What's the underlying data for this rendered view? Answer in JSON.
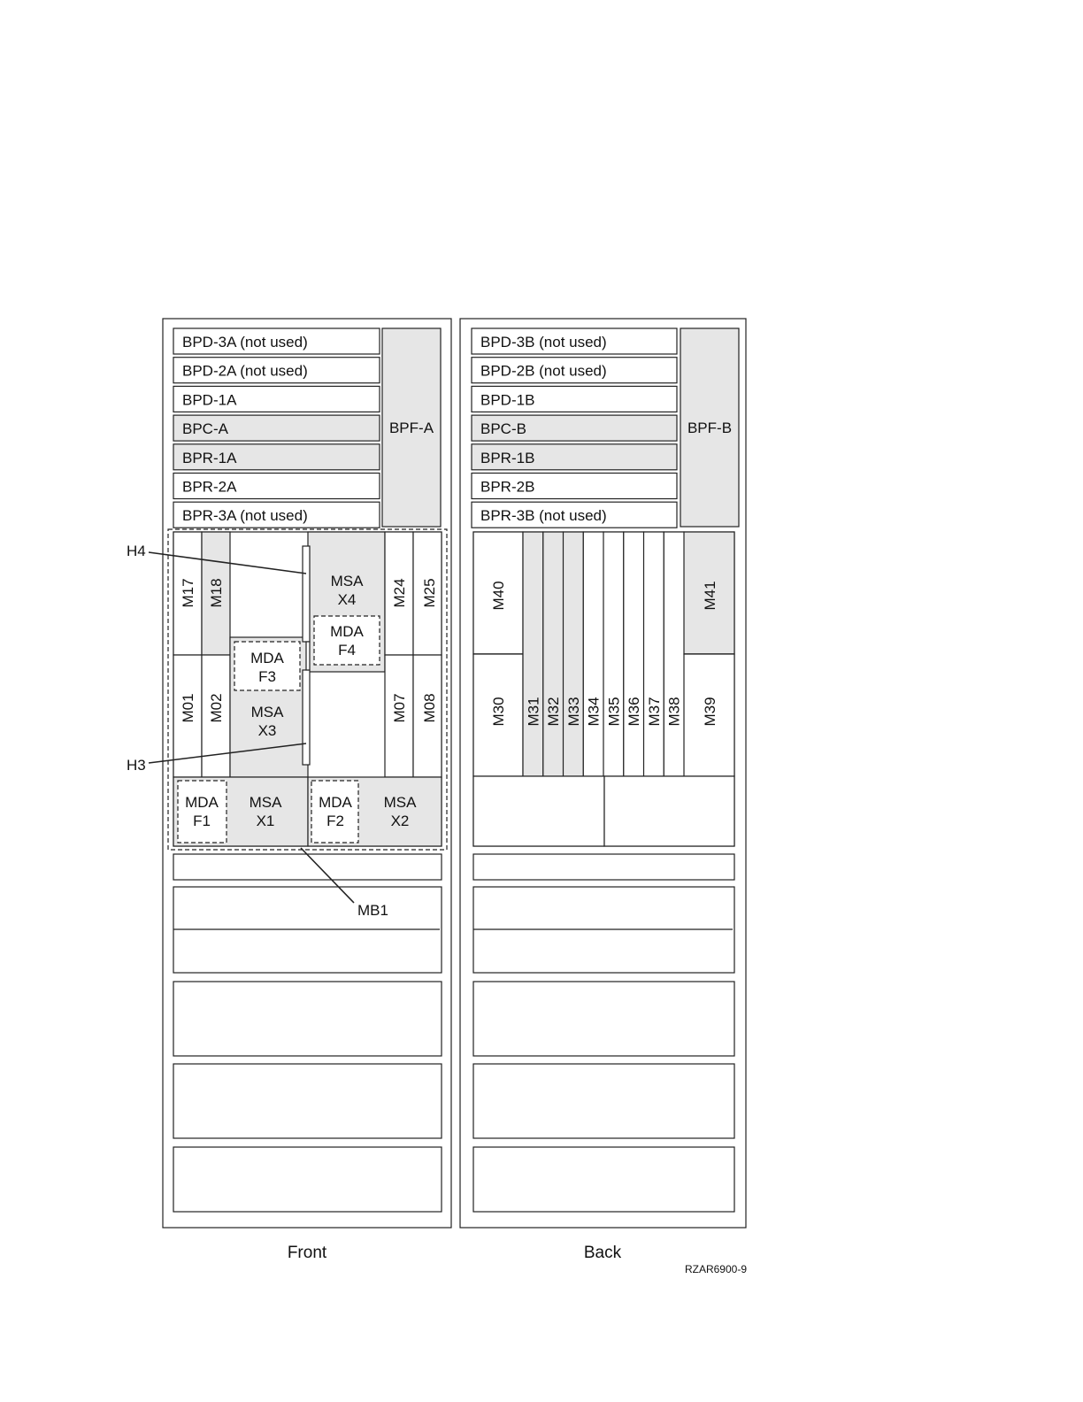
{
  "front": {
    "left_rows": [
      {
        "label": "BPD-3A (not used)",
        "shaded": false
      },
      {
        "label": "BPD-2A (not used)",
        "shaded": false
      },
      {
        "label": "BPD-1A",
        "shaded": false
      },
      {
        "label": "BPC-A",
        "shaded": true
      },
      {
        "label": "BPR-1A",
        "shaded": true
      },
      {
        "label": "BPR-2A",
        "shaded": false
      },
      {
        "label": "BPR-3A  (not used)",
        "shaded": false
      }
    ],
    "bpf": "BPF-A",
    "slots": {
      "m17": "M17",
      "m18": "M18",
      "m24": "M24",
      "m25": "M25",
      "m01": "M01",
      "m02": "M02",
      "m07": "M07",
      "m08": "M08"
    },
    "msa_x4": [
      "MSA",
      "X4"
    ],
    "mda_f4": [
      "MDA",
      "F4"
    ],
    "mda_f3": [
      "MDA",
      "F3"
    ],
    "msa_x3": [
      "MSA",
      "X3"
    ],
    "mda_f1": [
      "MDA",
      "F1"
    ],
    "msa_x1": [
      "MSA",
      "X1"
    ],
    "mda_f2": [
      "MDA",
      "F2"
    ],
    "msa_x2": [
      "MSA",
      "X2"
    ],
    "callouts": {
      "h4": "H4",
      "h3": "H3",
      "mb1": "MB1"
    },
    "caption": "Front"
  },
  "back": {
    "left_rows": [
      {
        "label": "BPD-3B  (not used)",
        "shaded": false
      },
      {
        "label": "BPD-2B  (not used)",
        "shaded": false
      },
      {
        "label": "BPD-1B",
        "shaded": false
      },
      {
        "label": "BPC-B",
        "shaded": true
      },
      {
        "label": "BPR-1B",
        "shaded": true
      },
      {
        "label": "BPR-2B",
        "shaded": false
      },
      {
        "label": "BPR-3B  (not used)",
        "shaded": false
      }
    ],
    "bpf": "BPF-B",
    "m40": "M40",
    "m41": "M41",
    "m30": "M30",
    "m39": "M39",
    "narrow_slots": [
      {
        "label": "M31",
        "shaded": true
      },
      {
        "label": "M32",
        "shaded": true
      },
      {
        "label": "M33",
        "shaded": true
      },
      {
        "label": "M34",
        "shaded": false
      },
      {
        "label": "M35",
        "shaded": false
      },
      {
        "label": "M36",
        "shaded": false
      },
      {
        "label": "M37",
        "shaded": false
      },
      {
        "label": "M38",
        "shaded": false
      }
    ],
    "caption": "Back"
  },
  "figure_id": "RZAR6900-9"
}
